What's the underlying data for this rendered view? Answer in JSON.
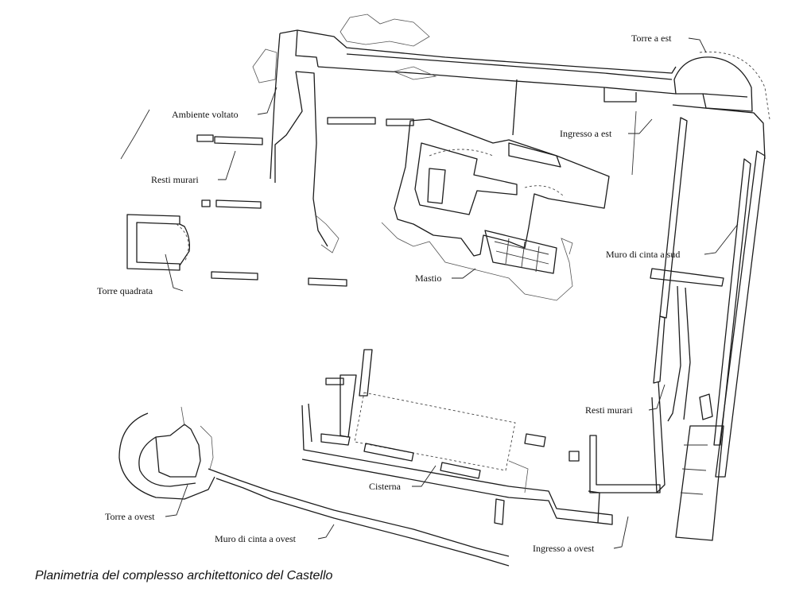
{
  "labels": {
    "torre_est": "Torre a est",
    "ambiente_voltato": "Ambiente voltato",
    "ingresso_est": "Ingresso a est",
    "resti_murari_1": "Resti murari",
    "muro_sud": "Muro di cinta a sud",
    "torre_quadrata": "Torre quadrata",
    "mastio": "Mastio",
    "resti_murari_2": "Resti murari",
    "cisterna": "Cisterna",
    "torre_ovest": "Torre a ovest",
    "muro_ovest": "Muro di cinta a ovest",
    "ingresso_ovest": "Ingresso a ovest"
  },
  "caption": "Planimetria del complesso architettonico del Castello"
}
